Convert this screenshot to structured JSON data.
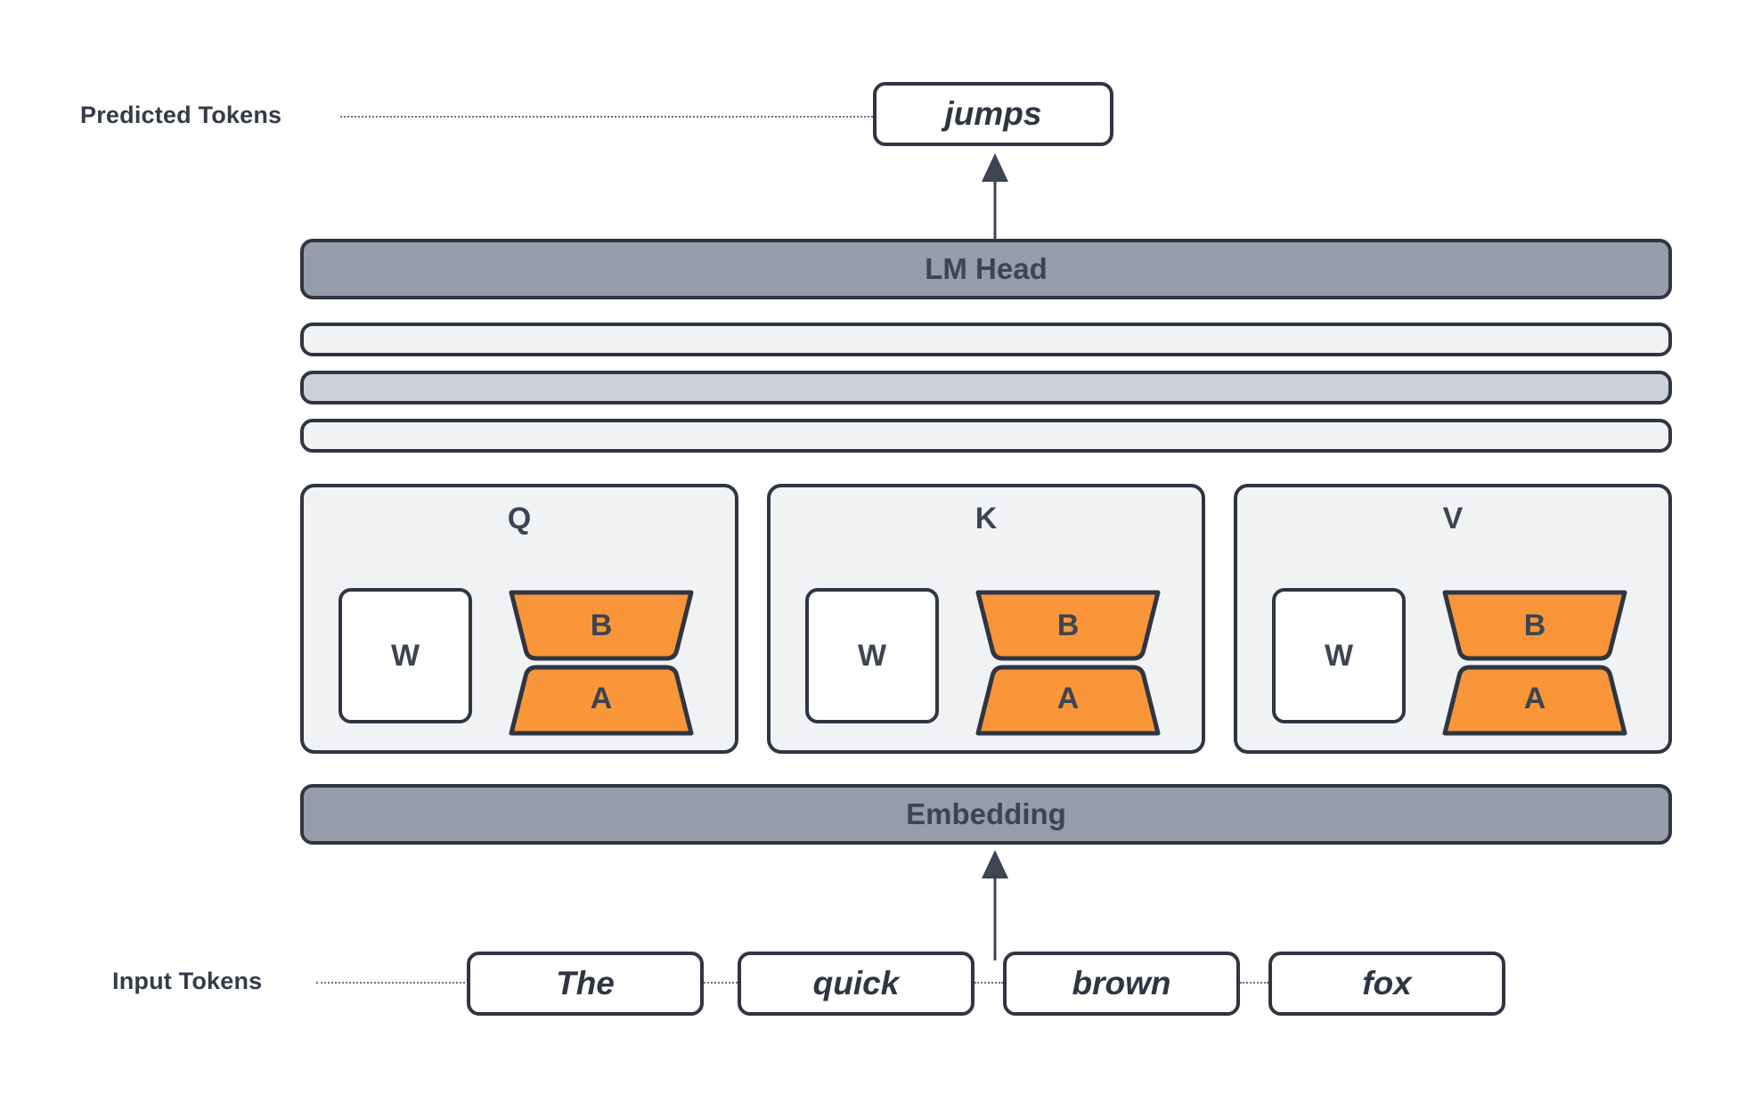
{
  "labels": {
    "predicted_tokens": "Predicted Tokens",
    "input_tokens": "Input Tokens"
  },
  "predicted": {
    "token": "jumps"
  },
  "stack": {
    "lm_head": "LM Head",
    "embedding": "Embedding",
    "layers": [
      {
        "name": "layer-bar-top",
        "fill": "#f0f2f4",
        "label": ""
      },
      {
        "name": "layer-bar-middle",
        "fill": "#ccd1d9",
        "label": ""
      },
      {
        "name": "layer-bar-bottom",
        "fill": "#f0f2f4",
        "label": ""
      }
    ]
  },
  "projections": [
    {
      "title": "Q",
      "base_weight": "W",
      "lora": {
        "up": "B",
        "down": "A"
      }
    },
    {
      "title": "K",
      "base_weight": "W",
      "lora": {
        "up": "B",
        "down": "A"
      }
    },
    {
      "title": "V",
      "base_weight": "W",
      "lora": {
        "up": "B",
        "down": "A"
      }
    }
  ],
  "input_tokens": [
    {
      "text": "The"
    },
    {
      "text": "quick"
    },
    {
      "text": "brown"
    },
    {
      "text": "fox"
    }
  ],
  "colors": {
    "lora_orange": "#f9963a",
    "outline": "#2f3542",
    "bar_gray": "#969ca8",
    "bar_mid": "#ccd1d9",
    "bar_light": "#f0f2f4",
    "panel_bg": "#f1f2f4",
    "text_dark": "#3d4452",
    "canvas": "#ffffff"
  }
}
